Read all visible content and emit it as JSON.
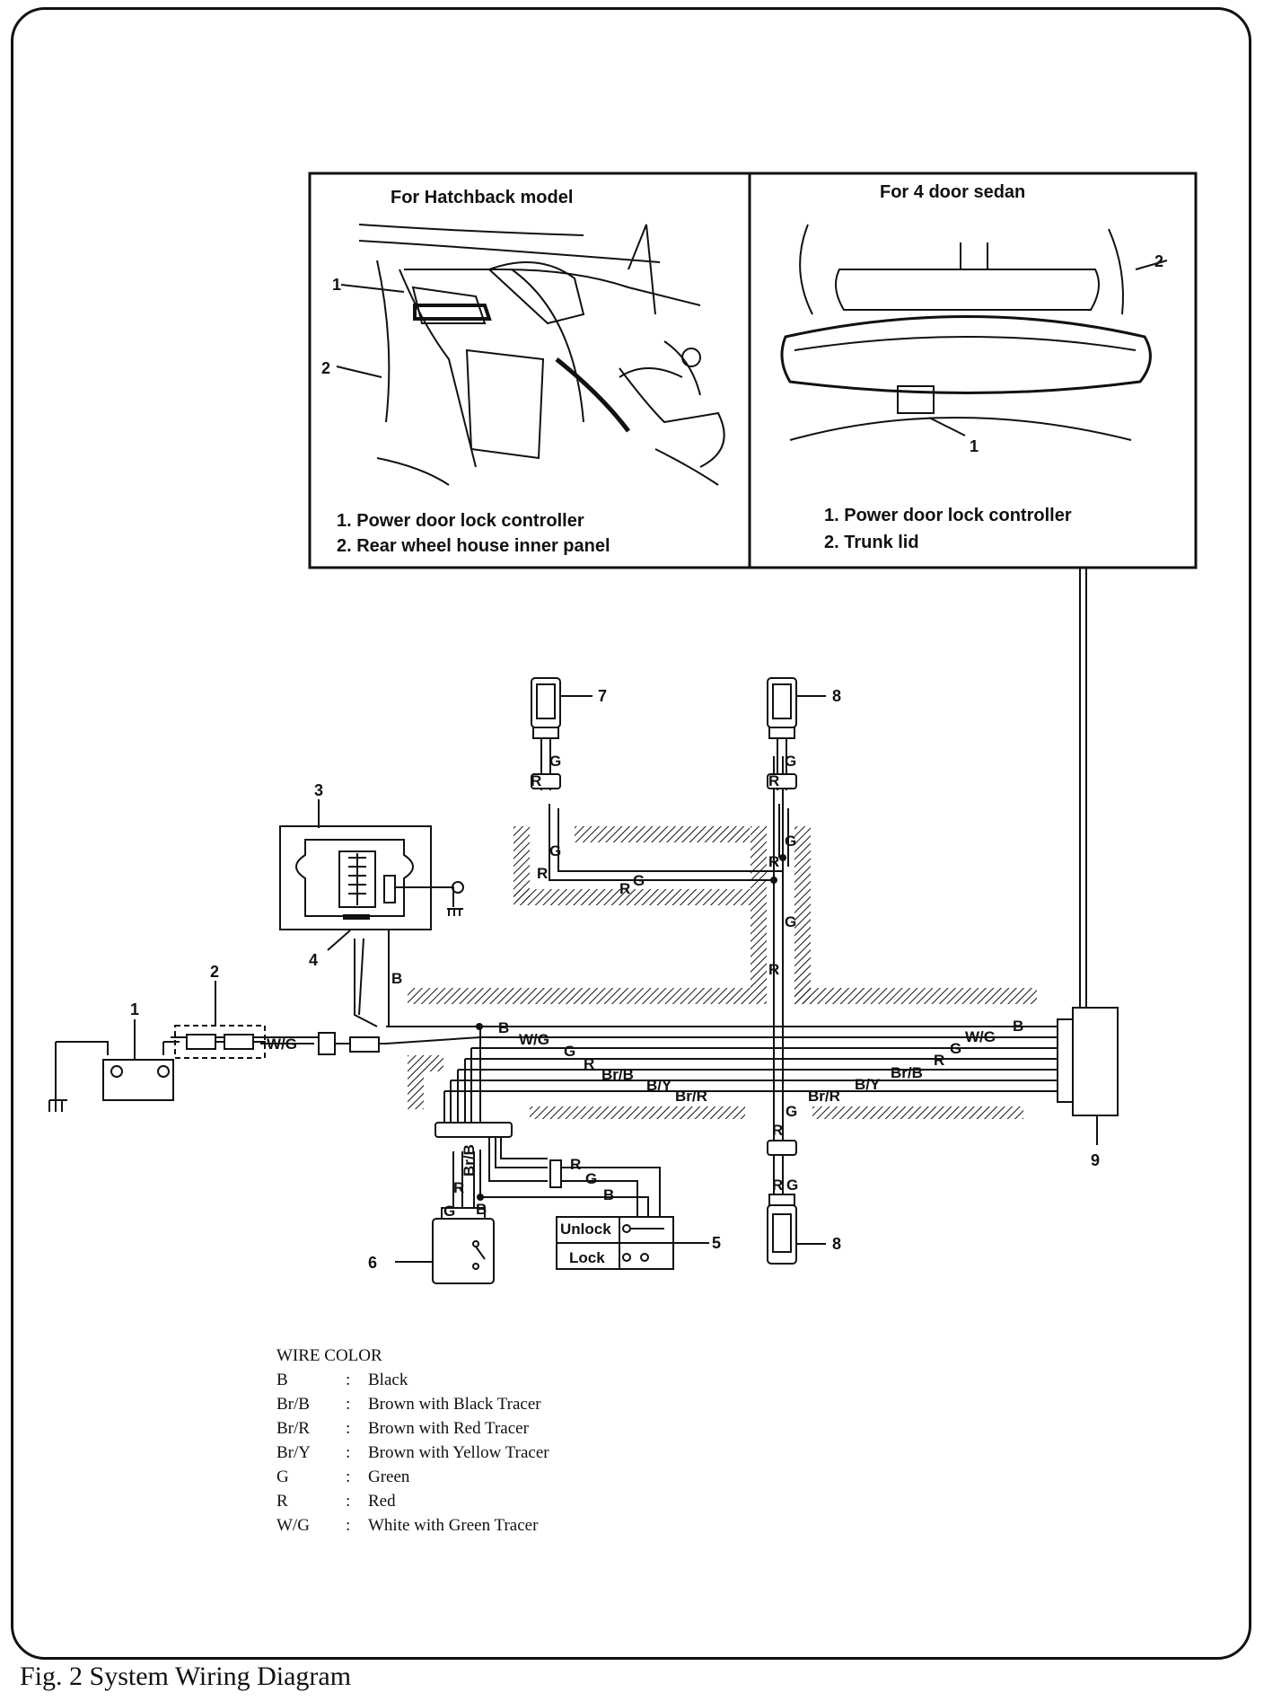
{
  "insets": {
    "hatchback": {
      "title": "For Hatchback model",
      "item1": "1.  Power door lock controller",
      "item2": "2.  Rear wheel house inner panel"
    },
    "sedan": {
      "title": "For 4 door sedan",
      "item1": "1.  Power door lock controller",
      "item2": "2.  Trunk lid"
    }
  },
  "component_numbers": [
    "1",
    "2",
    "3",
    "4",
    "5",
    "6",
    "7",
    "8",
    "9"
  ],
  "wires": {
    "B": "B",
    "WG": "W/G",
    "G": "G",
    "R": "R",
    "BrB": "Br/B",
    "BY": "B/Y",
    "BrR": "Br/R"
  },
  "switch": {
    "unlock": "Unlock",
    "lock": "Lock"
  },
  "legend": {
    "title": "WIRE COLOR",
    "entries": [
      {
        "code": "B",
        "sep": ":",
        "desc": "Black"
      },
      {
        "code": "Br/B",
        "sep": ":",
        "desc": "Brown with Black Tracer"
      },
      {
        "code": "Br/R",
        "sep": ":",
        "desc": "Brown with Red Tracer"
      },
      {
        "code": "Br/Y",
        "sep": ":",
        "desc": "Brown with Yellow Tracer"
      },
      {
        "code": "G",
        "sep": ":",
        "desc": "Green"
      },
      {
        "code": "R",
        "sep": ":",
        "desc": "Red"
      },
      {
        "code": "W/G",
        "sep": ":",
        "desc": "White with Green Tracer"
      }
    ]
  },
  "caption": "Fig. 2 System Wiring Diagram"
}
